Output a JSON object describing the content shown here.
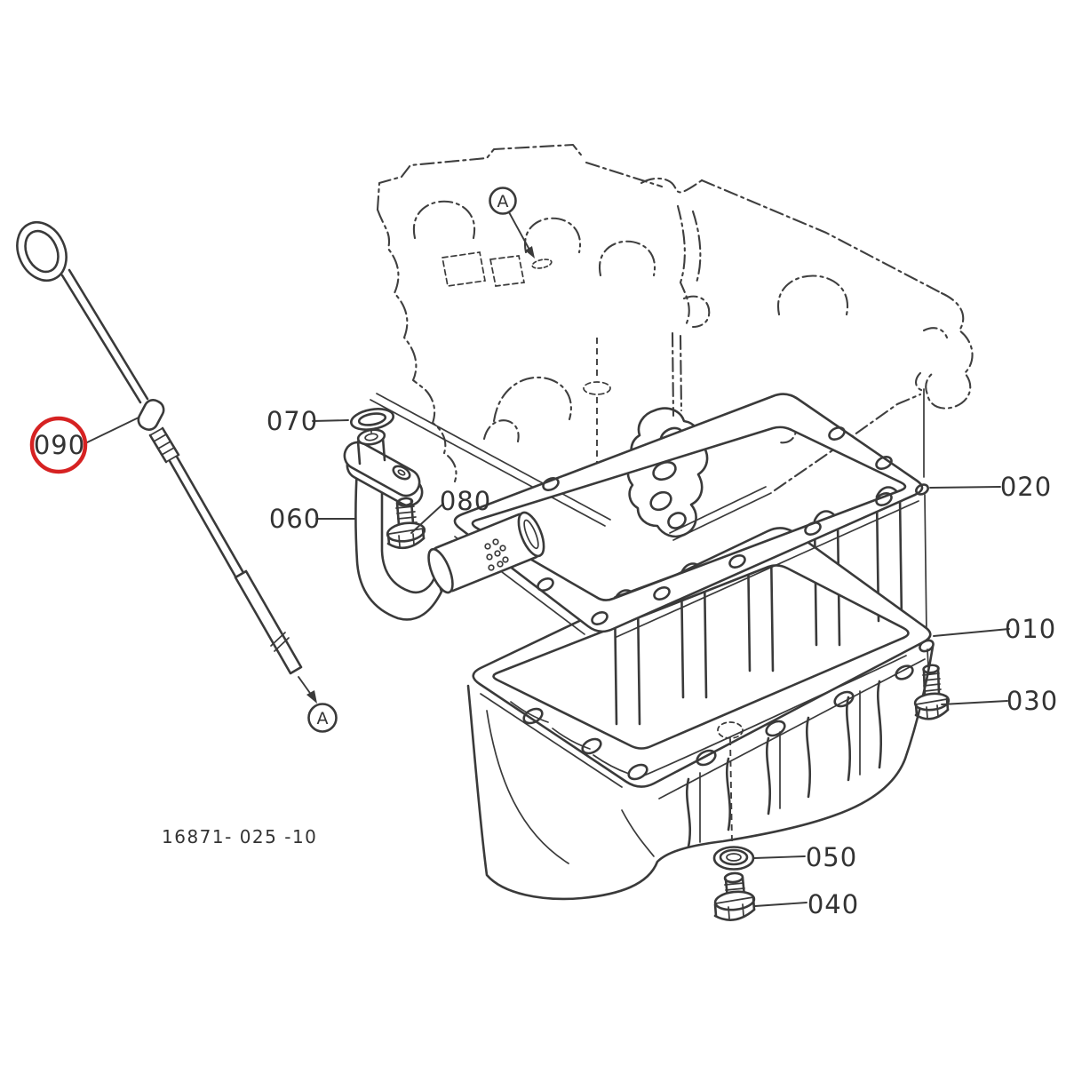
{
  "drawing": {
    "number": "16871- 025 -10",
    "reference_letter": "A"
  },
  "parts": {
    "p010": {
      "label": "010"
    },
    "p020": {
      "label": "020"
    },
    "p030": {
      "label": "030"
    },
    "p040": {
      "label": "040"
    },
    "p050": {
      "label": "050"
    },
    "p060": {
      "label": "060"
    },
    "p070": {
      "label": "070"
    },
    "p080": {
      "label": "080"
    },
    "p090": {
      "label": "090",
      "highlighted": true
    }
  },
  "colors": {
    "line": "#3a3a3a",
    "text": "#333333",
    "highlight": "#d62222",
    "background": "#ffffff"
  }
}
